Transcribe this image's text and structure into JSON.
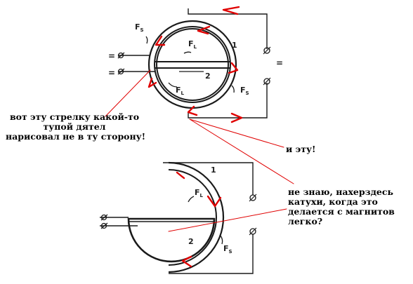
{
  "annotations": {
    "left_line1": "вот эту стрелку какой-то",
    "left_line2": "тупой дятел",
    "left_line3": "нарисовал не в ту сторону!",
    "middle": "и эту!",
    "right_line1": "не знаю, нахерздесь",
    "right_line2": "катухи, когда это",
    "right_line3": "делается с магнитов",
    "right_line4": "легко?"
  },
  "diagram_labels": {
    "force_s_top": "F",
    "force_s_top_sub": "S",
    "force_l_top": "F",
    "force_l_top_sub": "L",
    "force_l_bottom": "F",
    "force_l_bottom_sub": "L",
    "force_s_right": "F",
    "force_s_right_sub": "S",
    "coil_1_top": "1",
    "coil_2_top": "2",
    "terminal_eq_a": "=",
    "terminal_eq_b": "=",
    "terminal_eq_c": "=",
    "force_l_lower": "F",
    "force_l_lower_sub": "L",
    "force_s_lower": "F",
    "force_s_lower_sub": "S",
    "coil_1_lower": "1",
    "coil_2_lower": "2"
  },
  "colors": {
    "ink": "#1a1a1a",
    "annotation_red": "#e00000"
  }
}
